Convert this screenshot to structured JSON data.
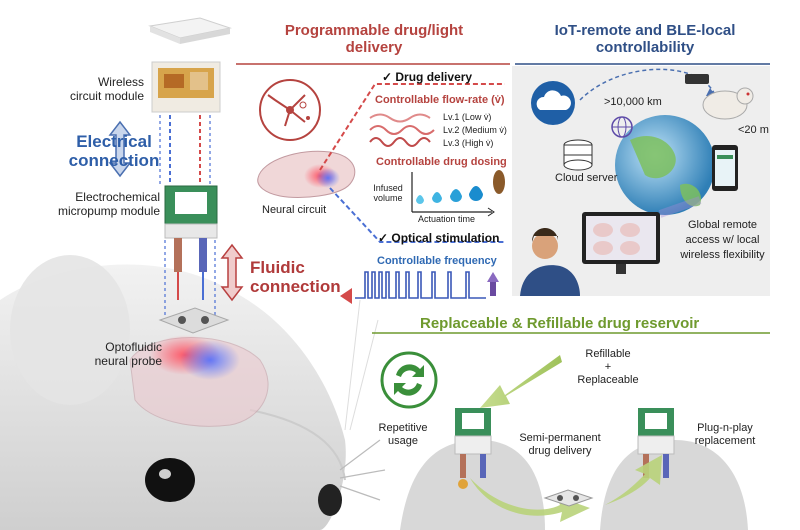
{
  "left": {
    "wireless_module": "Wireless\ncircuit module",
    "electrical_connection": "Electrical\nconnection",
    "micropump_module": "Electrochemical\nmicropump module",
    "fluidic_connection": "Fluidic\nconnection",
    "probe": "Optofluidic\nneural probe"
  },
  "programmable": {
    "title": "Programmable drug/light\ndelivery",
    "drug_delivery": "✓ Drug delivery",
    "flow_rate": "Controllable flow-rate (v̇)",
    "levels": [
      "Lv.1 (Low v̇)",
      "Lv.2 (Medium v̇)",
      "Lv.3 (High v̇)"
    ],
    "dosing": "Controllable drug dosing",
    "infused_volume": "Infused\nvolume",
    "actuation_time": "Actuation time",
    "neural_circuit": "Neural circuit",
    "optical": "✓ Optical stimulation",
    "frequency": "Controllable frequency"
  },
  "iot": {
    "title": "IoT-remote and BLE-local\ncontrollability",
    "distance_far": ">10,000 km",
    "distance_near": "<20 m",
    "cloud_server": "Cloud server",
    "global_access": "Global remote\naccess w/ local\nwireless flexibility"
  },
  "reservoir": {
    "title": "Replaceable & Refillable drug reservoir",
    "refill": "Refillable\n+\nReplaceable",
    "repetitive": "Repetitive\nusage",
    "semi_permanent": "Semi-permanent\ndrug delivery",
    "plug": "Plug-n-play\nreplacement"
  },
  "colors": {
    "red_accent": "#b5433f",
    "blue_accent": "#2f4f86",
    "green_accent": "#6f9a2e"
  }
}
